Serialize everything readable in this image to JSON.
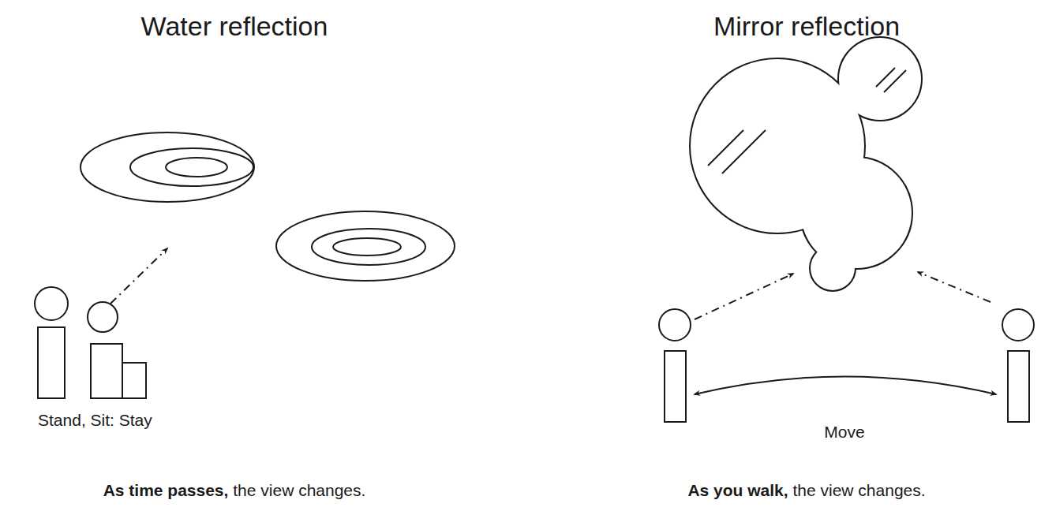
{
  "diagram": {
    "labels": [
      "Water reflection",
      "Mirror reflection",
      "Stand, Sit: Stay",
      "Move",
      "As time passes,",
      "the view changes.",
      "As you walk,",
      "the view changes."
    ]
  }
}
